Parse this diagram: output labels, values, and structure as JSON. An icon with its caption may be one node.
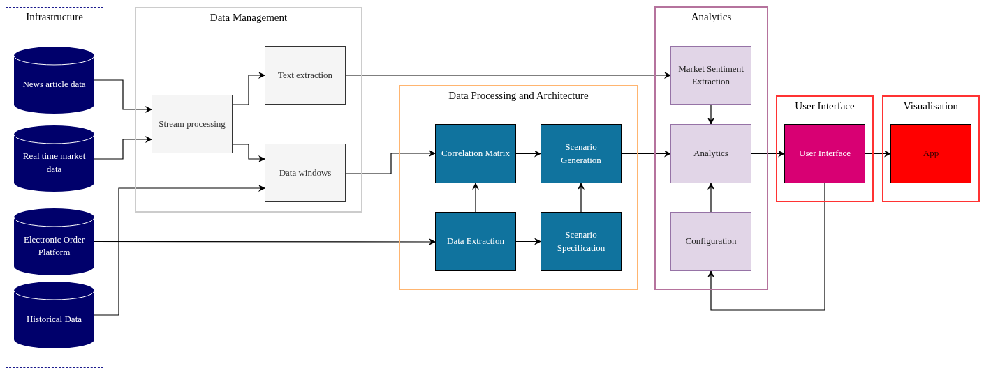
{
  "diagram": {
    "nodes": [
      {
        "text": [
          "Infrastructure"
        ]
      },
      {
        "text": [
          "News article data"
        ],
        "in": 0
      },
      {
        "text": [
          "Real time market data"
        ],
        "in": 0
      },
      {
        "text": [
          "Electronic Order Platform"
        ],
        "in": 0
      },
      {
        "text": [
          "Historical Data"
        ],
        "in": 0
      },
      {
        "text": [
          "Data Management"
        ]
      },
      {
        "text": [
          "Stream processing"
        ],
        "in": 5
      },
      {
        "text": [
          "Text extraction"
        ],
        "in": 5
      },
      {
        "text": [
          "Data windows"
        ],
        "in": 5
      },
      {
        "text": [
          "Data Processing and Architecture"
        ]
      },
      {
        "text": [
          "Correlation Matrix"
        ],
        "in": 9
      },
      {
        "text": [
          "Scenario Generation"
        ],
        "in": 9
      },
      {
        "text": [
          "Data Extraction"
        ],
        "in": 9
      },
      {
        "text": [
          "Scenario Specification"
        ],
        "in": 9
      },
      {
        "text": [
          "Analytics"
        ]
      },
      {
        "text": [
          "Market Sentiment Extraction"
        ],
        "in": 14
      },
      {
        "text": [
          "Analytics"
        ],
        "in": 14
      },
      {
        "text": [
          "Configuration"
        ],
        "in": 14
      },
      {
        "text": [
          "User Interface"
        ]
      },
      {
        "text": [
          "User Interface"
        ],
        "in": 18
      },
      {
        "text": [
          "Visualisation"
        ]
      },
      {
        "text": [
          "App"
        ],
        "in": 20
      }
    ],
    "edges": [
      {
        "from": 1,
        "to": 6,
        "arrow": "to"
      },
      {
        "from": 2,
        "to": 6,
        "arrow": "to"
      },
      {
        "from": 6,
        "to": 7,
        "arrow": "to"
      },
      {
        "from": 6,
        "to": 8,
        "arrow": "to"
      },
      {
        "from": 4,
        "to": 8,
        "arrow": "to"
      },
      {
        "from": 7,
        "to": 15,
        "arrow": "to"
      },
      {
        "from": 8,
        "to": 10,
        "arrow": "to"
      },
      {
        "from": 3,
        "to": 12,
        "arrow": "to"
      },
      {
        "from": 10,
        "to": 11,
        "arrow": "to"
      },
      {
        "from": 12,
        "to": 10,
        "arrow": "to"
      },
      {
        "from": 12,
        "to": 13,
        "arrow": "to"
      },
      {
        "from": 13,
        "to": 11,
        "arrow": "to"
      },
      {
        "from": 11,
        "to": 16,
        "arrow": "to"
      },
      {
        "from": 15,
        "to": 16,
        "arrow": "to"
      },
      {
        "from": 17,
        "to": 16,
        "arrow": "to"
      },
      {
        "from": 16,
        "to": 19,
        "arrow": "to"
      },
      {
        "from": 19,
        "to": 21,
        "arrow": "to"
      },
      {
        "from": 19,
        "to": 17,
        "arrow": "to"
      }
    ]
  }
}
